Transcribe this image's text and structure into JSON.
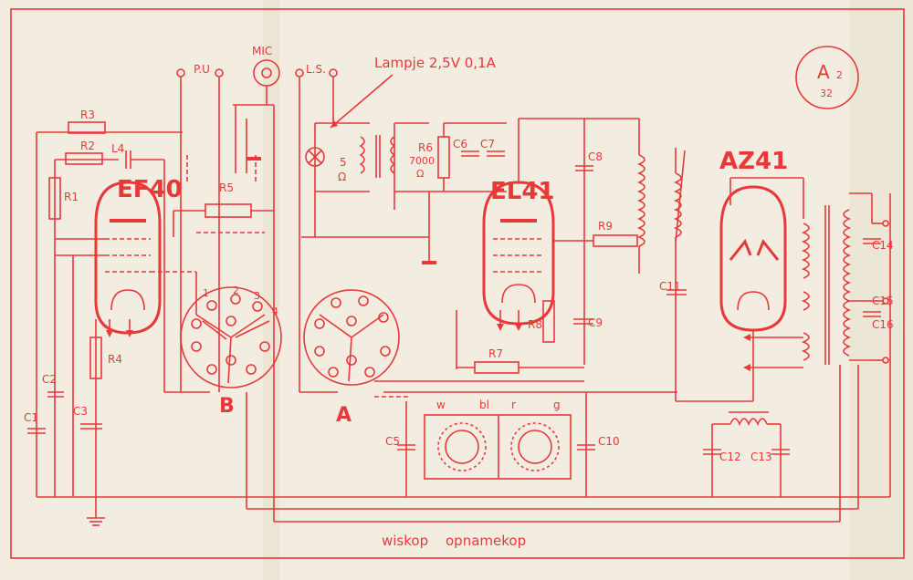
{
  "labels": {
    "pu": "P.U",
    "mic": "MIC",
    "ls": "L.S.",
    "lamp": "Lampje 2,5V 0,1A",
    "ref_letter": "A",
    "ref_num1": "2",
    "ref_num2": "32",
    "ef40": "EF40",
    "el41": "EL41",
    "az41": "AZ41",
    "switch_b": "B",
    "switch_a": "A",
    "lamp_res": "5",
    "lamp_res_unit": "Ω",
    "r6_val": "7000",
    "r6_unit": "Ω",
    "wiskop": "wiskop",
    "opnamekop": "opnamekop",
    "coil_w": "w",
    "coil_bl": "bl",
    "coil_r": "r",
    "coil_g": "g",
    "r1": "R1",
    "r2": "R2",
    "r3": "R3",
    "r4": "R4",
    "r5": "R5",
    "r6": "R6",
    "r7": "R7",
    "r8": "R8",
    "r9": "R9",
    "l4": "L4",
    "c1": "C1",
    "c2": "C2",
    "c3": "C3",
    "c5": "C5",
    "c6": "C6",
    "c7": "C7",
    "c8": "C8",
    "c9": "C9",
    "c10": "C10",
    "c11": "C11",
    "c12": "C12",
    "c13": "C13",
    "c14": "C14",
    "c15": "C15",
    "c16": "C16",
    "sw_b_1": "1",
    "sw_b_2": "2",
    "sw_b_3": "3",
    "sw_b_4": "4"
  },
  "colors": {
    "ink": "#e8383a",
    "paper": "#f2ede0"
  }
}
